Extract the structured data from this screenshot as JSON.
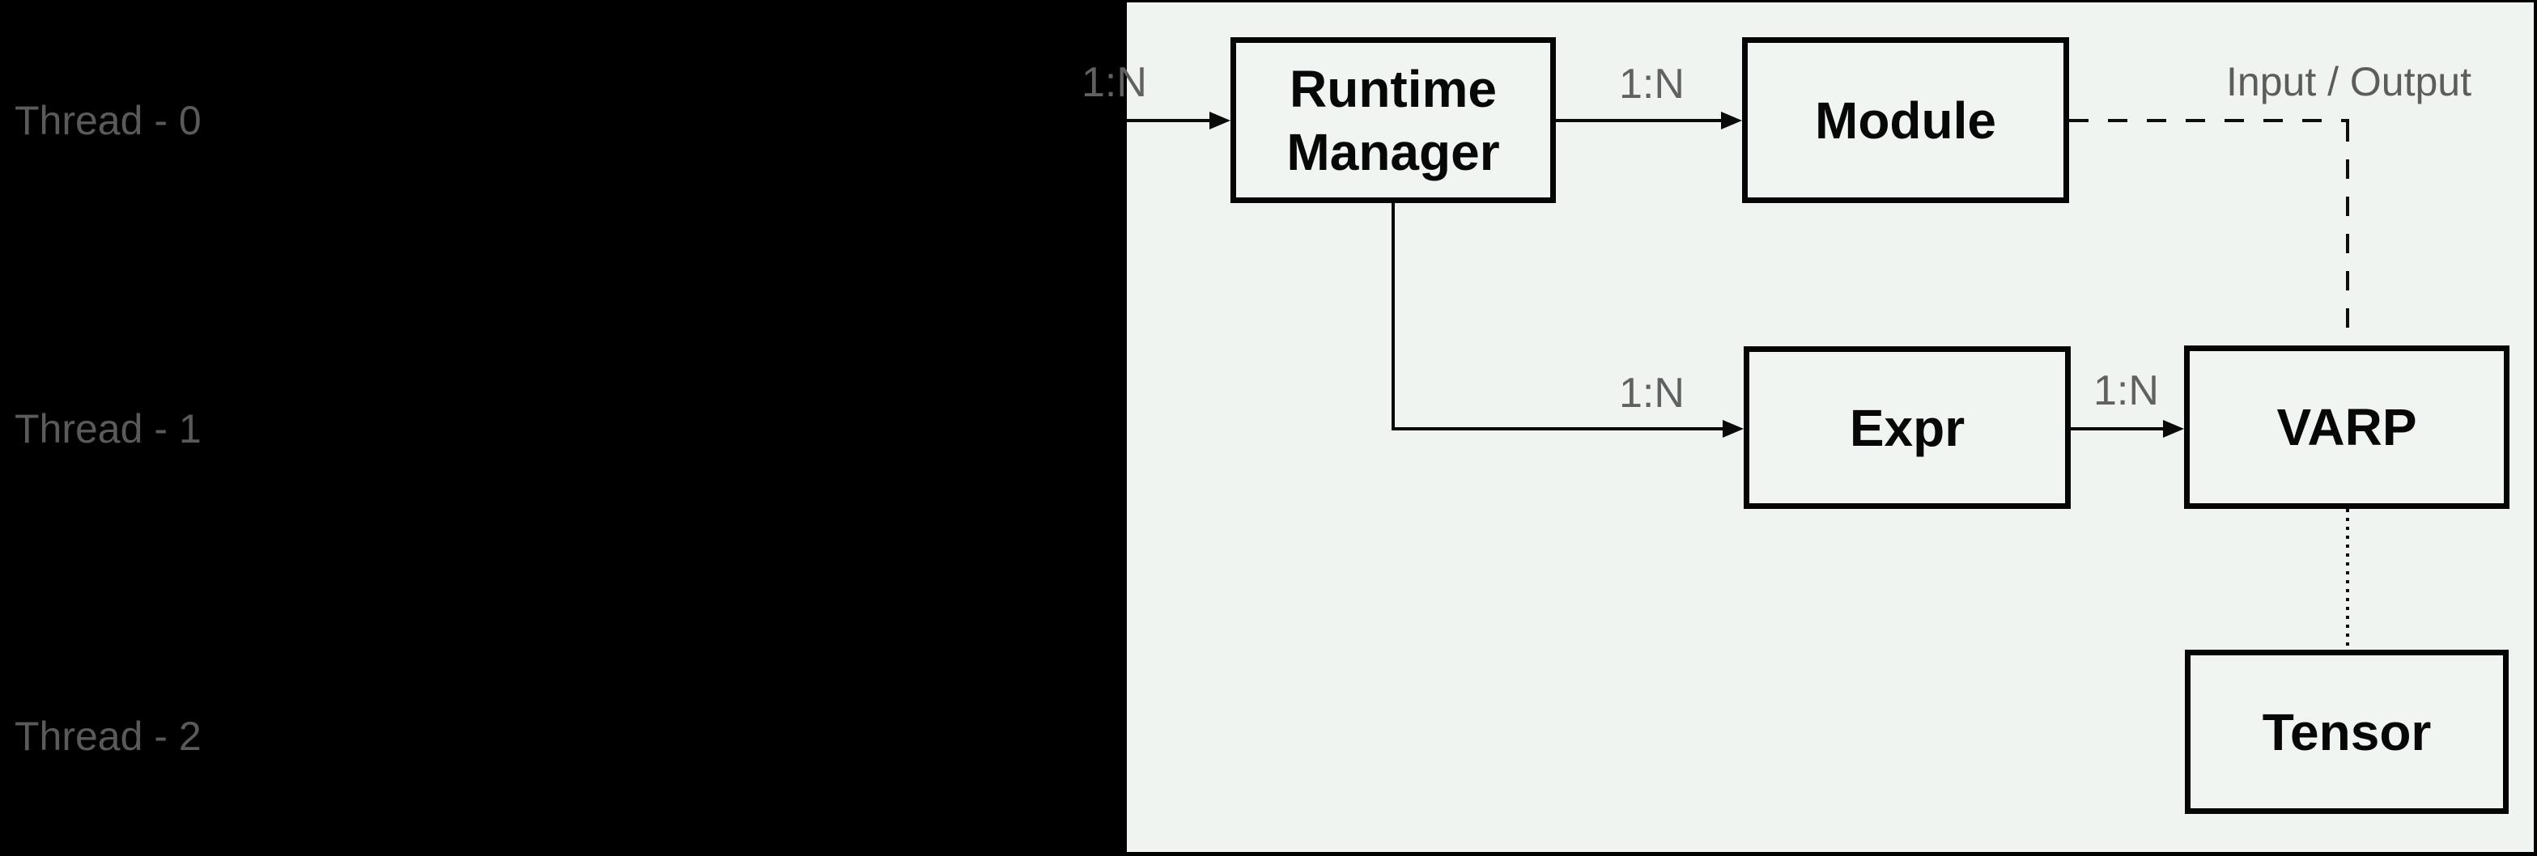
{
  "diagram": {
    "colors": {
      "page_background": "#000000",
      "panel_background": "#f0f4f0",
      "node_fill": "#f1f5f1",
      "node_border": "#050505",
      "line": "#0a0a0a",
      "node_text": "#070707",
      "muted_label_text": "#5c5c5c"
    },
    "threads": [
      {
        "label": "Thread - 0"
      },
      {
        "label": "Thread - 1"
      },
      {
        "label": "Thread - 2"
      }
    ],
    "nodes": [
      {
        "id": "runtime-manager",
        "label": "Runtime Manager"
      },
      {
        "id": "module",
        "label": "Module"
      },
      {
        "id": "expr",
        "label": "Expr"
      },
      {
        "id": "varp",
        "label": "VARP"
      },
      {
        "id": "tensor",
        "label": "Tensor"
      }
    ],
    "edges": [
      {
        "from": "external",
        "to": "runtime-manager",
        "label": "1:N",
        "style": "solid-arrow"
      },
      {
        "from": "runtime-manager",
        "to": "module",
        "label": "1:N",
        "style": "solid-arrow"
      },
      {
        "from": "runtime-manager",
        "to": "expr",
        "label": "1:N",
        "style": "solid-arrow"
      },
      {
        "from": "expr",
        "to": "varp",
        "label": "1:N",
        "style": "solid-arrow"
      },
      {
        "from": "module",
        "to": "varp",
        "label": "Input / Output",
        "style": "dashed"
      },
      {
        "from": "varp",
        "to": "tensor",
        "label": "",
        "style": "dotted"
      }
    ]
  }
}
